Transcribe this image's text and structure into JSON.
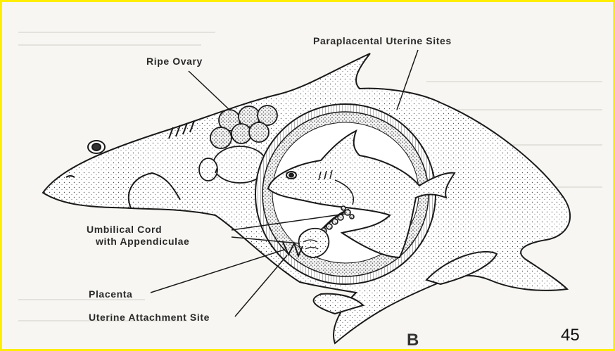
{
  "labels": {
    "paraplacental": "Paraplacental Uterine Sites",
    "ripe_ovary": "Ripe Ovary",
    "umbilical_line1": "Umbilical Cord",
    "umbilical_line2": "with Appendiculae",
    "placenta": "Placenta",
    "uterine_attachment": "Uterine Attachment Site"
  },
  "panel_letter": "B",
  "page_number": "45",
  "colors": {
    "border": "#ffee00",
    "background": "#f7f6f2",
    "ink": "#2a2a2a"
  }
}
